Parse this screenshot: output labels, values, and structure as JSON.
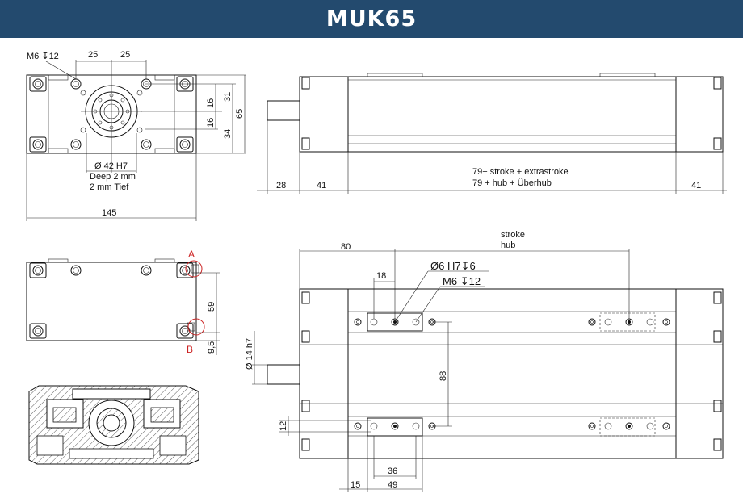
{
  "header": {
    "title": "MUK65"
  },
  "colors": {
    "header_bg": "#234a6e",
    "header_text": "#ffffff",
    "line": "#111111",
    "highlight": "#cc2222"
  },
  "front_view": {
    "thread": "M6",
    "depth_symbol": "↧",
    "thread_depth": "12",
    "dim_25_left": "25",
    "dim_25_right": "25",
    "dim_31": "31",
    "dim_16_top": "16",
    "dim_16_bottom": "16",
    "dim_34": "34",
    "dim_65": "65",
    "bore": "Ø 42 H7",
    "depth_en": "Deep 2 mm",
    "depth_de": "2 mm Tief",
    "width": "145"
  },
  "side_view": {
    "dim_28": "28",
    "dim_41_left": "41",
    "dim_41_right": "41",
    "length_en": "79+ stroke + extrastroke",
    "length_de": "79 + hub + Überhub"
  },
  "end_view": {
    "label_a": "A",
    "label_b": "B",
    "dim_59": "59",
    "dim_9_5": "9,5"
  },
  "top_view": {
    "stroke_en": "stroke",
    "stroke_de": "hub",
    "dim_80": "80",
    "dim_18": "18",
    "pin_hole": "Ø6 H7",
    "pin_depth": "6",
    "thread": "M6",
    "thread_depth": "12",
    "dim_88": "88",
    "dim_12": "12",
    "dim_36": "36",
    "dim_15": "15",
    "dim_49": "49",
    "shaft": "Ø 14  h7"
  }
}
